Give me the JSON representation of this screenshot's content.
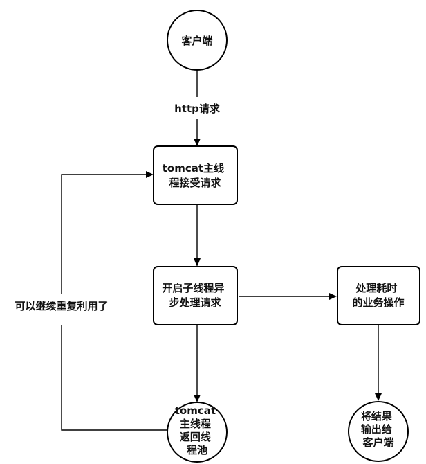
{
  "nodes": {
    "client": [
      "客户端"
    ],
    "tomcat_receive": [
      "tomcat主线",
      "程接受请求"
    ],
    "async": [
      "开启子线程异",
      "步处理请求"
    ],
    "slow_op": [
      "处理耗时",
      "的业务操作"
    ],
    "return_pool": [
      "tomcat",
      "主线程",
      "返回线",
      "程池"
    ],
    "output": [
      "将结果",
      "输出给",
      "客户端"
    ]
  },
  "edges": {
    "http_label": "http请求",
    "reuse_label": "可以继续重复利用了"
  }
}
